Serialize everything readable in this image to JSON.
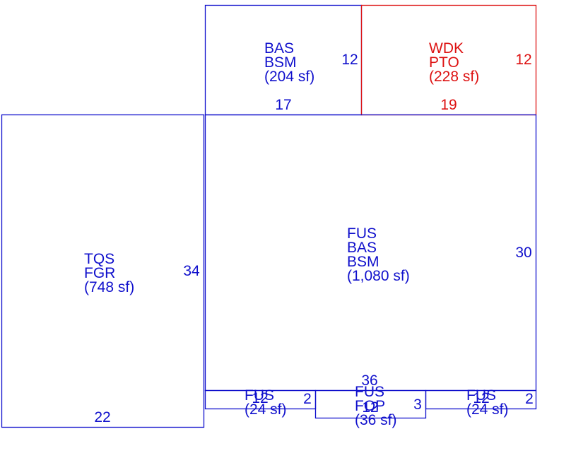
{
  "colors": {
    "blue": "#1010cc",
    "red": "#dd1111"
  },
  "areas": [
    {
      "id": "bas-top",
      "lines": [
        "BAS",
        "BSM",
        "(204 sf)"
      ],
      "color": "blue"
    },
    {
      "id": "wdk",
      "lines": [
        "WDK",
        "PTO",
        "(228 sf)"
      ],
      "color": "red"
    },
    {
      "id": "tqs",
      "lines": [
        "TQS",
        "FGR",
        "(748 sf)"
      ],
      "color": "blue"
    },
    {
      "id": "main",
      "lines": [
        "FUS",
        "BAS",
        "BSM",
        "(1,080 sf)"
      ],
      "color": "blue"
    },
    {
      "id": "fus-left",
      "lines": [
        "FUS",
        "(24 sf)"
      ],
      "color": "blue"
    },
    {
      "id": "fus-mid",
      "lines": [
        "FUS",
        "FOP",
        "(36 sf)"
      ],
      "color": "blue"
    },
    {
      "id": "fus-right",
      "lines": [
        "FUS",
        "(24 sf)"
      ],
      "color": "blue"
    }
  ],
  "dimensions": [
    {
      "id": "bas-top-side",
      "text": "12",
      "color": "blue"
    },
    {
      "id": "bas-top-bottom",
      "text": "17",
      "color": "blue"
    },
    {
      "id": "wdk-side",
      "text": "12",
      "color": "red"
    },
    {
      "id": "wdk-bottom",
      "text": "19",
      "color": "red"
    },
    {
      "id": "tqs-side",
      "text": "34",
      "color": "blue"
    },
    {
      "id": "tqs-bottom",
      "text": "22",
      "color": "blue"
    },
    {
      "id": "main-side",
      "text": "30",
      "color": "blue"
    },
    {
      "id": "main-bottom",
      "text": "36",
      "color": "blue"
    },
    {
      "id": "fus-left-bottom",
      "text": "12",
      "color": "blue"
    },
    {
      "id": "fus-left-side",
      "text": "2",
      "color": "blue"
    },
    {
      "id": "fus-mid-bottom",
      "text": "12",
      "color": "blue"
    },
    {
      "id": "fus-mid-side",
      "text": "3",
      "color": "blue"
    },
    {
      "id": "fus-right-bottom",
      "text": "12",
      "color": "blue"
    },
    {
      "id": "fus-right-side",
      "text": "2",
      "color": "blue"
    }
  ]
}
